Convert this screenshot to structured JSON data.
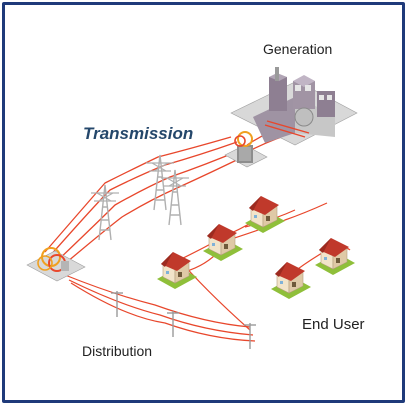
{
  "labels": {
    "generation": "Generation",
    "transmission": "Transmission",
    "distribution": "Distribution",
    "end_user": "End User"
  },
  "colors": {
    "frame": "#1f3a7a",
    "power_line": "#e8472c",
    "roof": "#c0392b",
    "wall": "#f2e4c9",
    "grass": "#8fbf3a",
    "tower": "#b9b9b9",
    "plant": "#9a8e9c",
    "title_text": "#24476b"
  },
  "icons": [
    "power-plant-icon",
    "transformer-icon",
    "transmission-tower-icon",
    "substation-icon",
    "utility-pole-icon",
    "house-icon"
  ]
}
